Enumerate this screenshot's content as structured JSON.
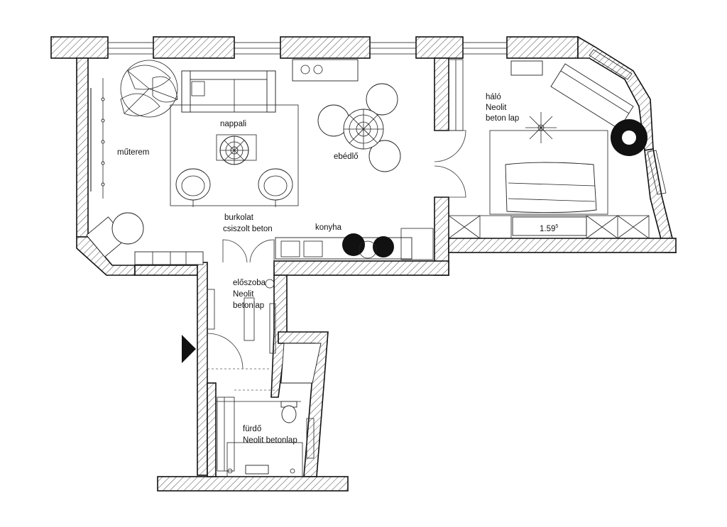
{
  "rooms": {
    "muterem": "műterem",
    "nappali": "nappali",
    "ebedlo": "ebédlő",
    "burkolat_line1": "burkolat",
    "burkolat_line2": "csiszolt beton",
    "konyha": "konyha",
    "halo_line1": "háló",
    "halo_line2": "Neolit",
    "halo_line3": "beton lap",
    "eloszoba_line1": "előszoba",
    "eloszoba_line2": "Neolit",
    "eloszoba_line3": "betonlap",
    "furdo_line1": "fürdő",
    "furdo_line2": "Neolit betonlap"
  },
  "annotations": {
    "level_mark": "1.59",
    "level_superscript": "5"
  }
}
